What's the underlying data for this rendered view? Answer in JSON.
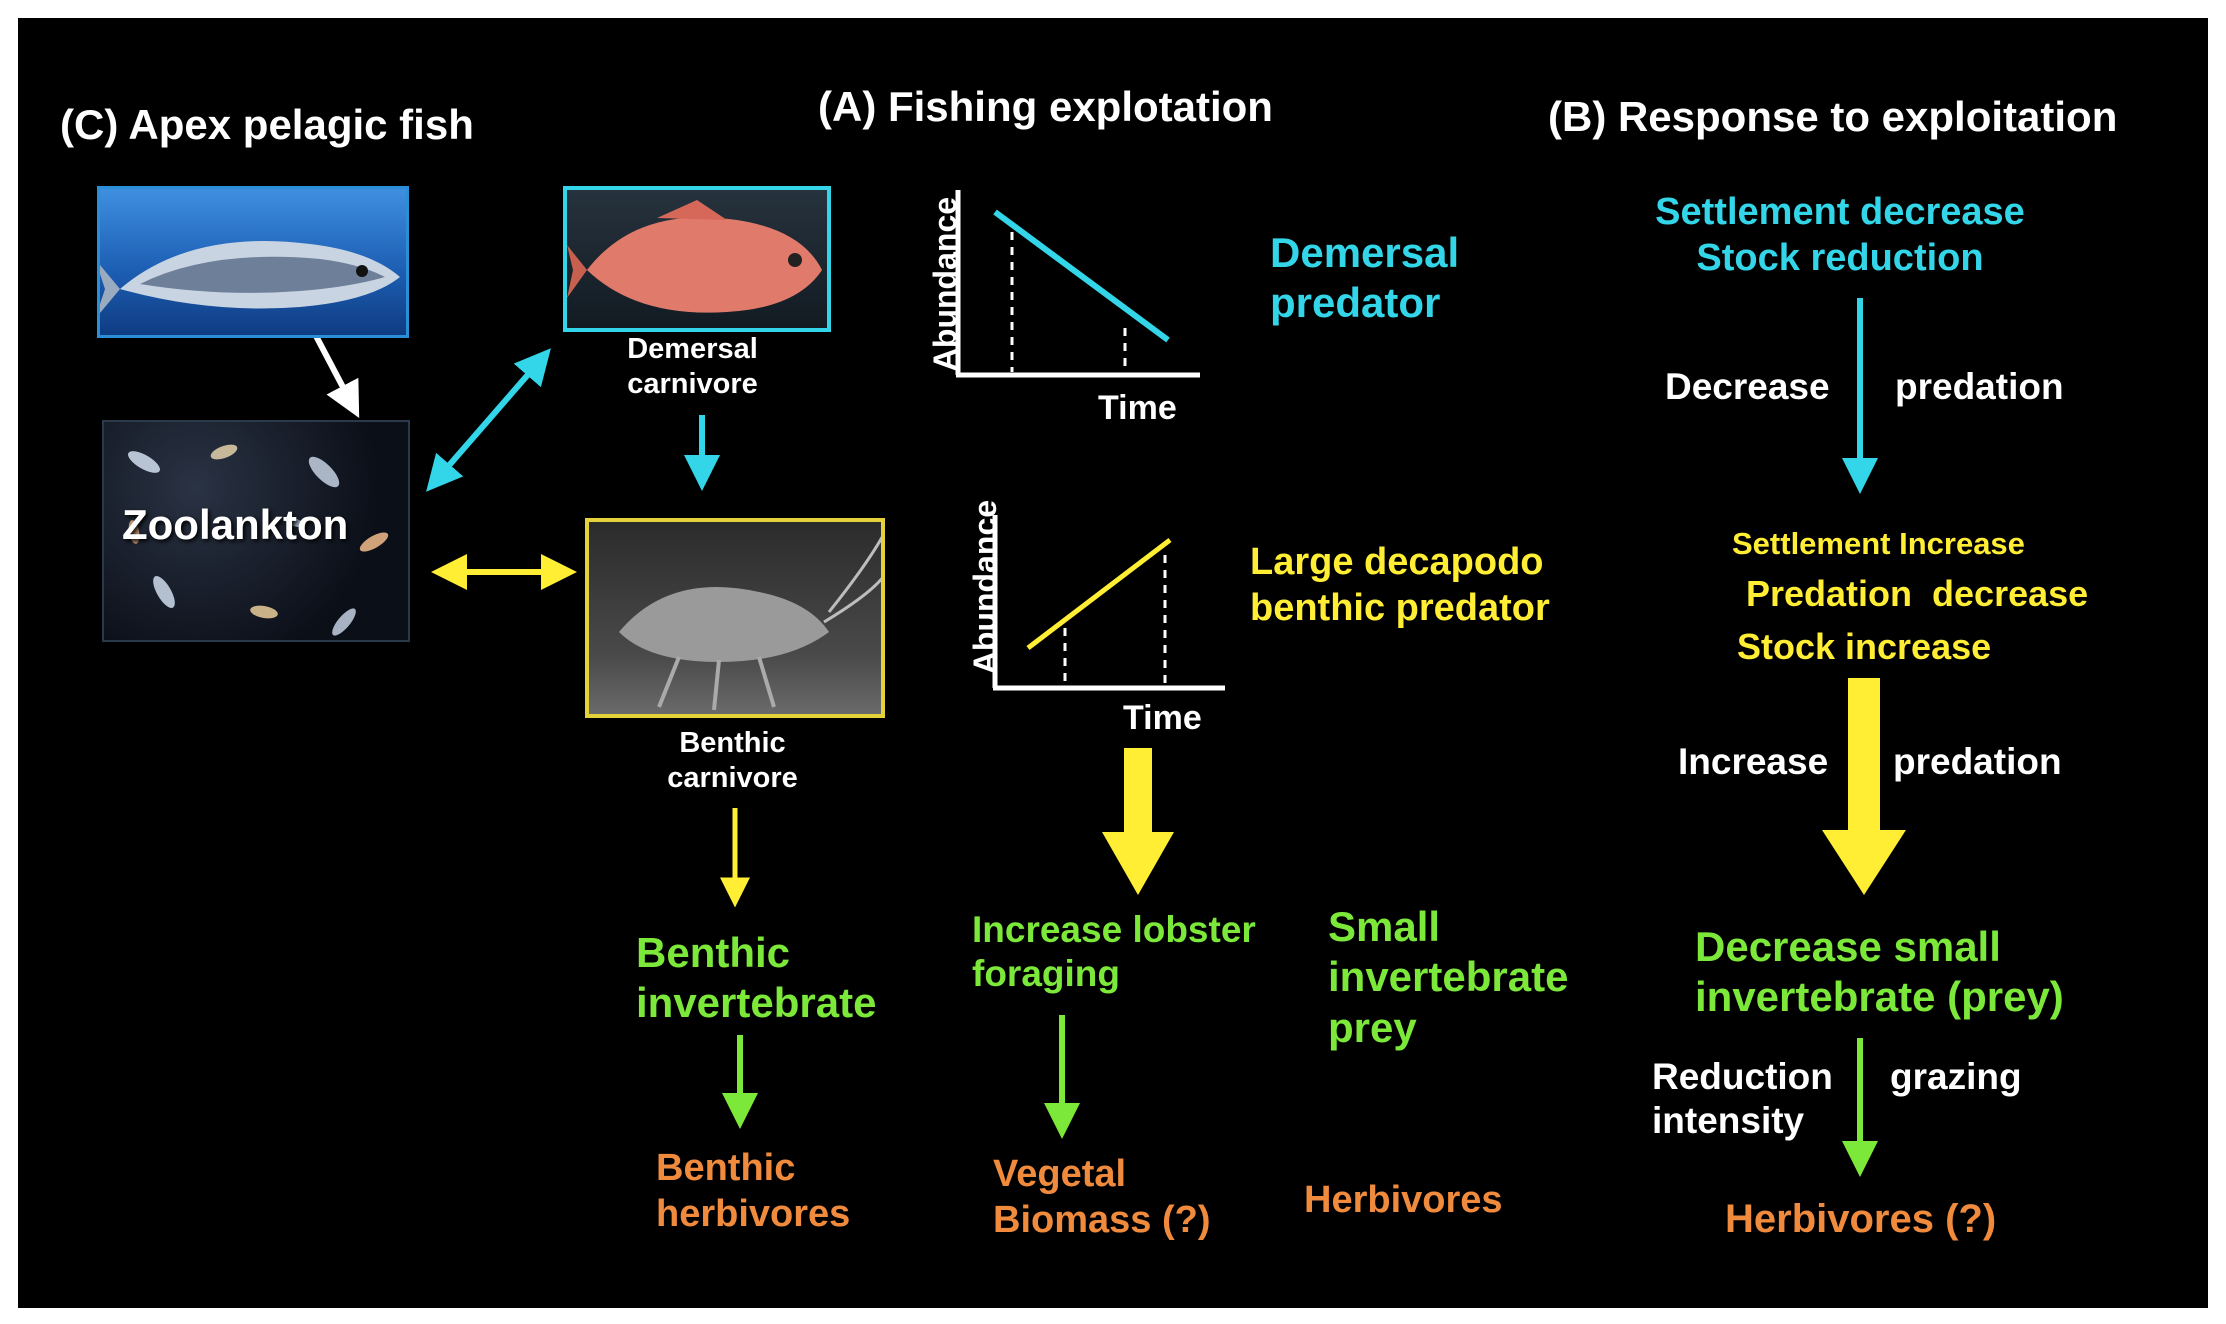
{
  "headings": {
    "apex": "(C) Apex pelagic fish",
    "fishing": "(A) Fishing explotation",
    "response": "(B) Response to exploitation"
  },
  "web": {
    "zooplankton_label": "Zoolankton",
    "demersal_carnivore": "Demersal\ncarnivore",
    "benthic_carnivore": "Benthic\ncarnivore",
    "benthic_invertebrate": "Benthic\ninvertebrate",
    "benthic_herbivores": "Benthic\nherbivores"
  },
  "graphs": {
    "demersal": {
      "ylabel": "Abundance",
      "xlabel": "Time",
      "trend": "decreasing"
    },
    "benthic": {
      "ylabel": "Abundance",
      "xlabel": "Time",
      "trend": "increasing"
    }
  },
  "fishing": {
    "demersal_predator": "Demersal\npredator",
    "decapod_predator": "Large decapodo\nbenthic predator",
    "lobster_foraging": "Increase lobster\nforaging",
    "small_invertebrate_prey": "Small\ninvertebrate\nprey",
    "vegetal_biomass": "Vegetal\nBiomass (?)",
    "herbivores": "Herbivores"
  },
  "response": {
    "cyan_lines": "Settlement decrease\nStock reduction",
    "decrease": "Decrease",
    "predation_1": "predation",
    "settlement_increase": "Settlement Increase",
    "predation_decrease": "Predation  decrease",
    "stock_increase": "Stock increase",
    "increase": "Increase",
    "predation_2": "predation",
    "decrease_small_invertebrate": "Decrease small\ninvertebrate (prey)",
    "reduction_intensity": "Reduction\nintensity",
    "grazing": "grazing",
    "herbivores_q": "Herbivores (?)"
  },
  "colors": {
    "cyan": "#33d6e8",
    "yellow": "#ffee33",
    "green": "#7be83a",
    "orange": "#f08a3c",
    "white": "#ffffff",
    "background": "#000000"
  }
}
